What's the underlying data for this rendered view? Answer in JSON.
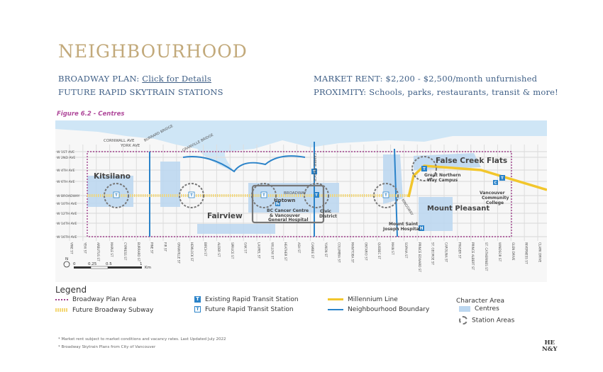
{
  "page": {
    "title": "NEIGHBOURHOOD",
    "broadway_label": "BROADWAY PLAN: ",
    "broadway_link": "Click for Details",
    "future_stations": "FUTURE RAPID SKYTRAIN STATIONS",
    "market_rent": "MARKET RENT: $2,200 - $2,500/month unfurnished",
    "proximity": "PROXIMITY: Schools, parks, restaurants, transit & more!"
  },
  "figure": {
    "title": "Figure 6.2 - Centres"
  },
  "map": {
    "colors": {
      "water": "#cfe6f6",
      "boundary": "#2b83c9",
      "millennium": "#f2c62c",
      "subway": "#f4d774",
      "plan_area": "#a0408c",
      "centres": "#bcd7f0",
      "grid": "#dddddd",
      "station": "#777777"
    },
    "avenues": [
      "W 1ST AVE",
      "W 2ND AVE",
      "W 4TH AVE",
      "W 6TH AVE",
      "W BROADWAY",
      "W 10TH AVE",
      "W 12TH AVE",
      "W 14TH AVE",
      "W 16TH AVE"
    ],
    "streets": [
      "VINE ST",
      "YEW ST",
      "ARBUTUS ST",
      "MAPLE ST",
      "CYPRESS ST",
      "BURRARD ST",
      "PINE ST",
      "FIR ST",
      "GRANVILLE ST",
      "HEMLOCK ST",
      "BIRCH ST",
      "ALDER ST",
      "SPRUCE ST",
      "OAK ST",
      "LAUREL ST",
      "WILLOW ST",
      "HEATHER ST",
      "ASH ST",
      "CAMBIE ST",
      "YUKON ST",
      "COLUMBIA ST",
      "MANITOBA ST",
      "ONTARIO ST",
      "QUEBEC ST",
      "MAIN ST",
      "SOPHIA ST",
      "PRINCE EDWARD ST",
      "ST. GEORGE ST",
      "CAROLINA ST",
      "FRASER ST",
      "PRINCE ALBERT ST",
      "ST. CATHERINES ST",
      "WINDSOR ST",
      "GLEN DRIVE",
      "INVERNESS ST",
      "CLARK DRIVE"
    ],
    "labels": {
      "cornwall": "CORNWALL AVE",
      "york": "YORK AVE",
      "burrard_bridge": "BURRARD BRIDGE",
      "granville_bridge": "GRANVILLE BRIDGE",
      "cambie_bridge": "CAMBIE BRIDGE",
      "broadway_street": "BROADWAY",
      "kingsway": "KINGSWAY",
      "kitsilano": "Kitsilano",
      "fairview": "Fairview",
      "uptown": "Uptown",
      "bc_cancer": "BC Cancer Centre",
      "vgh": "& Vancouver",
      "vgh2": "General Hospital",
      "civic": "Civic",
      "district": "District",
      "false_creek_flats": "False Creek Flats",
      "great_northern": "Great Northern",
      "way_campus": "Way Campus",
      "vcc1": "Vancouver",
      "vcc2": "Community",
      "vcc3": "College",
      "mount_pleasant": "Mount Pleasant",
      "msj1": "Mount Saint",
      "msj2": "Joseph Hospital"
    },
    "scale": {
      "ticks": [
        "0",
        "0.25",
        "0.5",
        "1"
      ],
      "unit": "Km",
      "north": "N"
    }
  },
  "legend": {
    "title": "Legend",
    "items": [
      "Broadway Plan Area",
      "Future Broadway Subway",
      "Existing Rapid Transit Station",
      "Future Rapid Transit Station",
      "Millennium Line",
      "Neighbourhood Boundary",
      "Character Area",
      "Centres",
      "Station Areas"
    ],
    "transit_icon": "T"
  },
  "footnotes": [
    "* Market rent subject to market conditions and vacancy rates. Last Updated July 2022",
    "* Broadway Skytrain Plans from City of Vancouver"
  ],
  "logo": {
    "line1": "HE",
    "line2": "N&Y"
  }
}
